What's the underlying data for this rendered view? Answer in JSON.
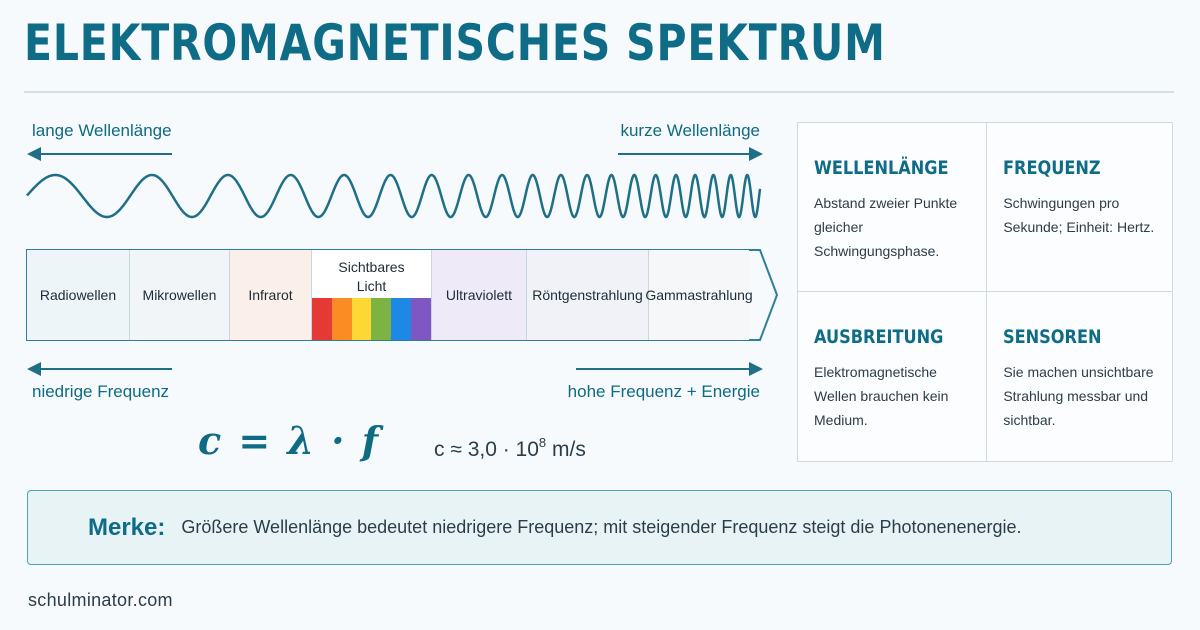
{
  "title": "ELEKTROMAGNETISCHES SPEKTRUM",
  "labels": {
    "long_wavelength": "lange Wellenlänge",
    "short_wavelength": "kurze Wellenlänge",
    "low_frequency": "niedrige Frequenz",
    "high_frequency": "hohe Frequenz + Energie"
  },
  "spectrum": [
    {
      "name": "Radiowellen",
      "color": "#eef5f8"
    },
    {
      "name": "Mikrowellen",
      "color": "#f2f5f7"
    },
    {
      "name": "Infrarot",
      "color": "#fbefe9"
    },
    {
      "name": "Sichtbares Licht",
      "color": "#ffffff"
    },
    {
      "name": "Ultraviolett",
      "color": "#eeeaf8"
    },
    {
      "name": "Röntgenstrahlung",
      "color": "#f0f2f8"
    },
    {
      "name": "Gammastrahlung",
      "color": "#f6f7f9"
    }
  ],
  "visible_colors": [
    "#e53935",
    "#fb8c24",
    "#fdd835",
    "#7cb342",
    "#1e88e5",
    "#7e57c2"
  ],
  "formula": "c = λ · f",
  "speed": {
    "prefix": "c ≈ 3,0 · 10",
    "exponent": "8",
    "unit": " m/s"
  },
  "info": [
    {
      "heading": "WELLENLÄNGE",
      "text": "Abstand zweier Punkte gleicher Schwingungsphase."
    },
    {
      "heading": "FREQUENZ",
      "text": "Schwingungen pro Sekunde; Einheit: Hertz."
    },
    {
      "heading": "AUSBREITUNG",
      "text": "Elektromagnetische Wellen brauchen kein Medium."
    },
    {
      "heading": "SENSOREN",
      "text": "Sie machen unsichtbare Strahlung messbar und sichtbar."
    }
  ],
  "merke": {
    "heading": "Merke:",
    "text": "Größere Wellenlänge bedeutet niedrigere Frequenz; mit steigender Frequenz steigt die Photonenenergie."
  },
  "footer": "schulminator.com",
  "colors": {
    "accent": "#0e6c86",
    "wave": "#1f6f86",
    "band_border": "#2f7f95"
  }
}
